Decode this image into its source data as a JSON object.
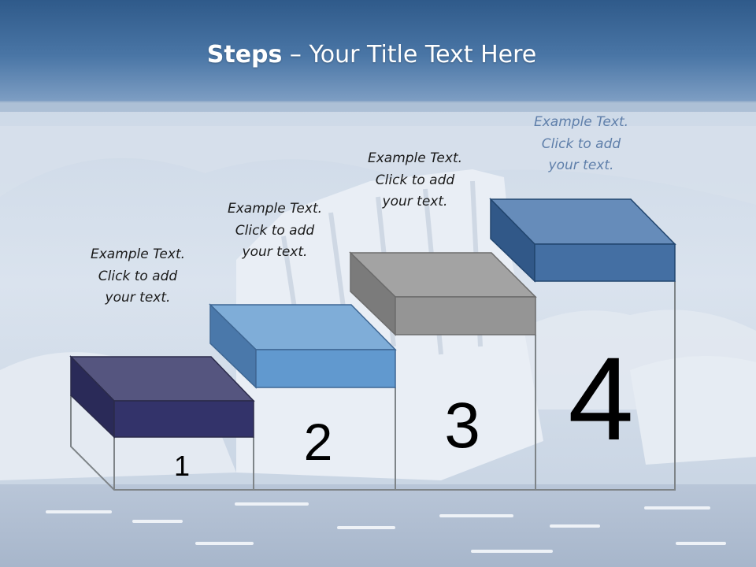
{
  "slide": {
    "title_bold": "Steps",
    "title_rest": " – Your Title Text Here",
    "steps": [
      {
        "number": "1",
        "caption": [
          "Example Text.",
          "Click  to add",
          "your text."
        ],
        "color_top": "#55557f",
        "color_front": "#33336a",
        "color_side": "#2a2a58"
      },
      {
        "number": "2",
        "caption": [
          "Example Text.",
          "Click  to add",
          "your text."
        ],
        "color_top": "#7fadd8",
        "color_front": "#6199cf",
        "color_side": "#4a78aa"
      },
      {
        "number": "3",
        "caption": [
          "Example Text.",
          "Click  to add",
          "your text."
        ],
        "color_top": "#a3a3a3",
        "color_front": "#959595",
        "color_side": "#7b7b7b"
      },
      {
        "number": "4",
        "caption": [
          "Example Text.",
          "Click  to add",
          "your text."
        ],
        "color_top": "#668cba",
        "color_front": "#446fa3",
        "color_side": "#315888"
      }
    ]
  }
}
